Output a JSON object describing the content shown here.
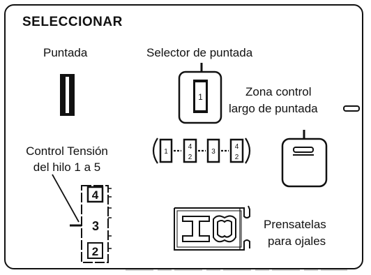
{
  "panel": {
    "title": "SELECCIONAR",
    "stitch_label": "Puntada",
    "selector_label": "Selector de puntada",
    "selector_positions": [
      "1",
      "4",
      "2",
      "3",
      "4",
      "2"
    ],
    "length_zone": {
      "line1": "Zona control",
      "line2": "largo de puntada"
    },
    "tension": {
      "line1": "Control Tensión",
      "line2": "del hilo 1 a 5",
      "dial_numbers": [
        "4",
        "3",
        "2"
      ]
    },
    "foot": {
      "line1": "Prensatelas",
      "line2": "para ojales"
    },
    "selector_window_value": "1"
  }
}
